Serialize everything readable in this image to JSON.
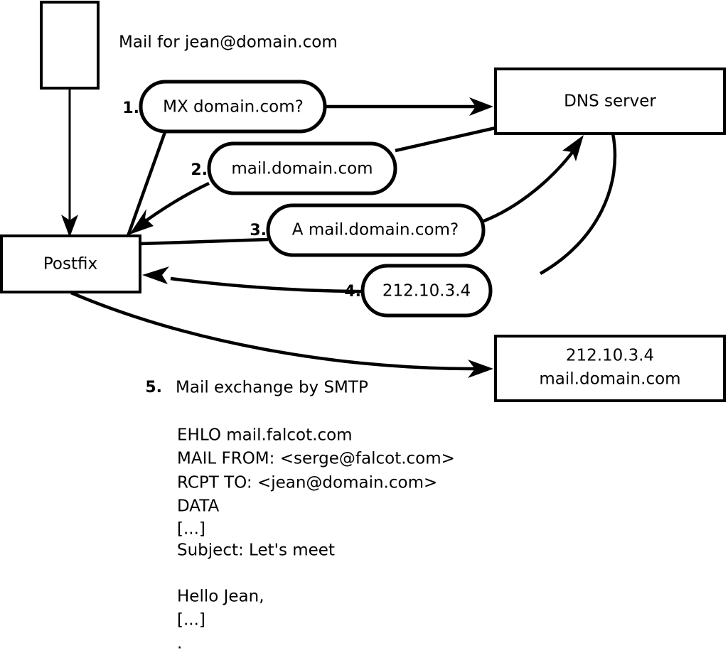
{
  "diagram": {
    "title_note": "Mail for jean@domain.com",
    "nodes": [
      {
        "id": "sender",
        "label": ""
      },
      {
        "id": "postfix",
        "label": "Postfix"
      },
      {
        "id": "dns",
        "label": "DNS server"
      },
      {
        "id": "mailserver",
        "label_line1": "212.10.3.4",
        "label_line2": "mail.domain.com"
      }
    ],
    "steps": [
      {
        "num": "1.",
        "label": "MX domain.com?"
      },
      {
        "num": "2.",
        "label": "mail.domain.com"
      },
      {
        "num": "3.",
        "label": "A mail.domain.com?"
      },
      {
        "num": "4.",
        "label": "212.10.3.4"
      }
    ],
    "step5": {
      "num": "5.",
      "label": "Mail exchange by SMTP"
    },
    "transcript": [
      "EHLO mail.falcot.com",
      "MAIL FROM: <serge@falcot.com>",
      "RCPT TO: <jean@domain.com>",
      "DATA",
      "[...]",
      "Subject: Let's meet",
      "",
      "Hello Jean,",
      "[...]",
      "."
    ],
    "colors": {
      "stroke": "#000000",
      "fill": "#ffffff",
      "text": "#000000"
    }
  }
}
